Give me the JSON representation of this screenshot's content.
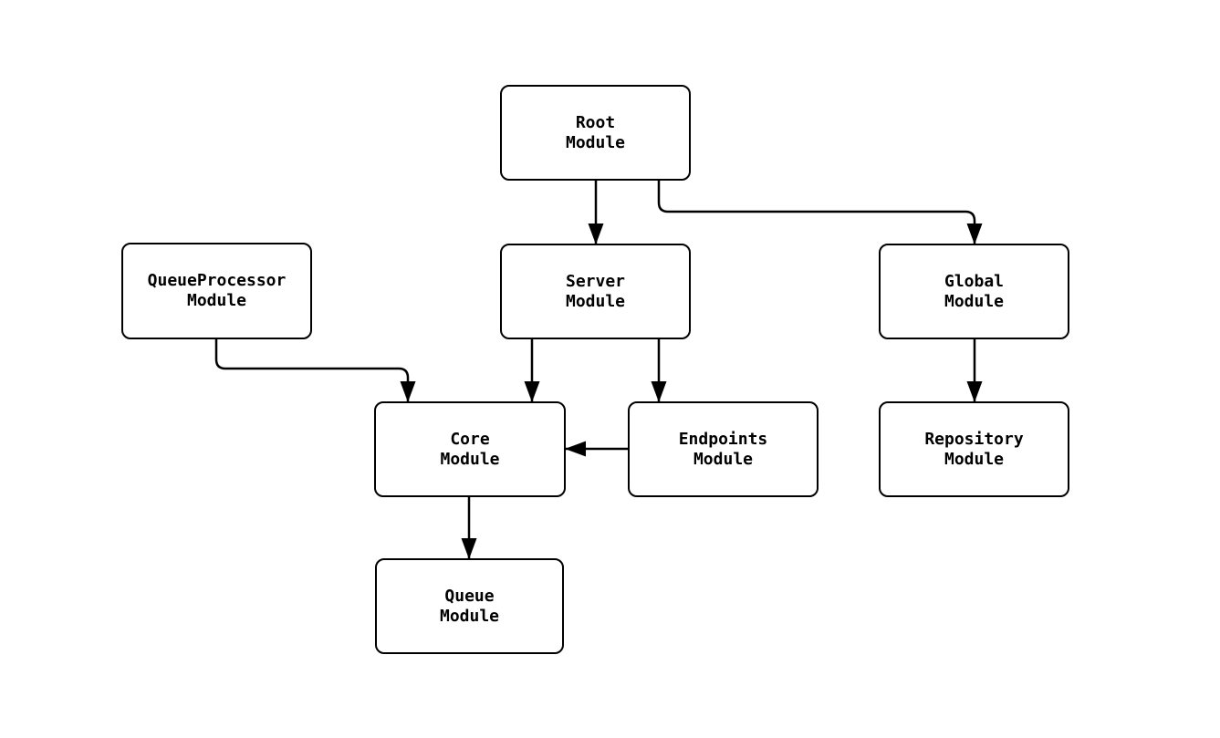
{
  "diagram": {
    "background_color": "#ffffff",
    "line_color": "#000000",
    "node_fill_color": "#ffffff",
    "text_color": "#000000",
    "nodes": {
      "root": {
        "label": "Root\nModule"
      },
      "queue_processor": {
        "label": "QueueProcessor\nModule"
      },
      "server": {
        "label": "Server\nModule"
      },
      "global": {
        "label": "Global\nModule"
      },
      "core": {
        "label": "Core\nModule"
      },
      "endpoints": {
        "label": "Endpoints\nModule"
      },
      "repository": {
        "label": "Repository\nModule"
      },
      "queue": {
        "label": "Queue\nModule"
      }
    },
    "edges": [
      {
        "from": "Root Module",
        "to": "Server Module"
      },
      {
        "from": "Root Module",
        "to": "Global Module"
      },
      {
        "from": "QueueProcessor Module",
        "to": "Core Module"
      },
      {
        "from": "Server Module",
        "to": "Core Module"
      },
      {
        "from": "Server Module",
        "to": "Endpoints Module"
      },
      {
        "from": "Endpoints Module",
        "to": "Core Module"
      },
      {
        "from": "Core Module",
        "to": "Queue Module"
      },
      {
        "from": "Global Module",
        "to": "Repository Module"
      }
    ]
  }
}
